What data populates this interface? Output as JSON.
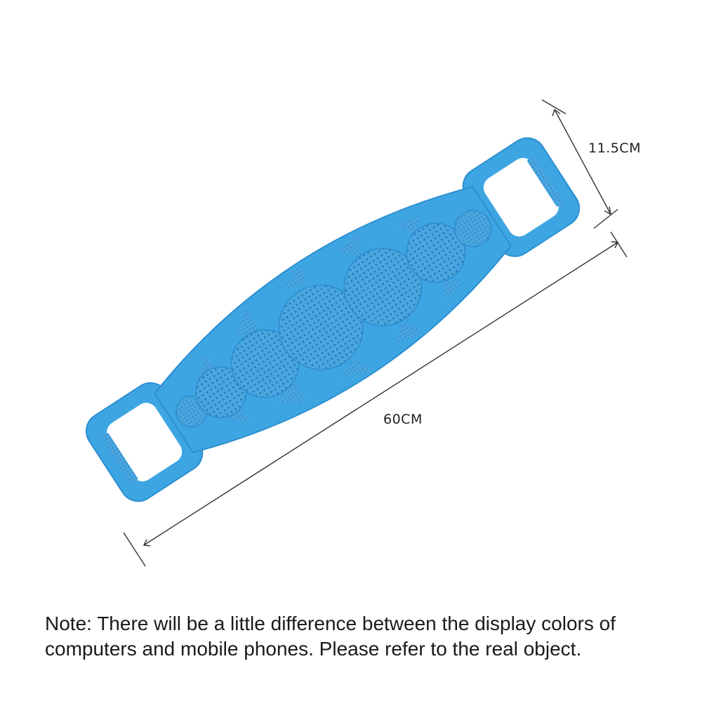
{
  "product": {
    "icon": "silicone-back-scrubber-strap",
    "body_color": "#3ea5e3",
    "edge_color": "#2b8fd0",
    "bristle_color": "#2a7fc4"
  },
  "dimensions": {
    "width_label": "11.5CM",
    "length_label": "60CM"
  },
  "note": {
    "line1": "Note: There will be a little difference between the display colors of",
    "line2": "computers and mobile phones. Please refer to the real object."
  }
}
